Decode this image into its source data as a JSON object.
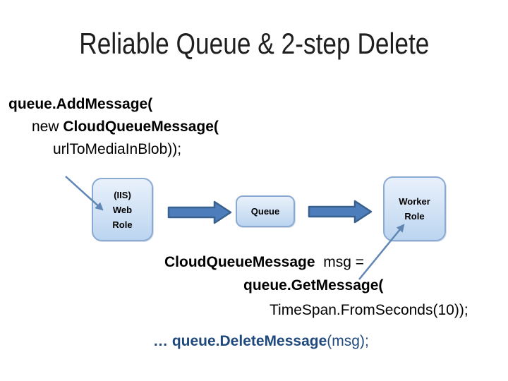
{
  "slide": {
    "title": "Reliable Queue & 2-step Delete",
    "code_add_message": {
      "line1_bold": "queue.AddMessage(",
      "line2_prefix": "new ",
      "line2_bold": "CloudQueueMessage(",
      "line3": "urlToMediaInBlob));"
    },
    "diagram": {
      "web_role": {
        "lines": [
          "(IIS)",
          "Web",
          "Role"
        ]
      },
      "queue": {
        "label": "Queue"
      },
      "worker_role": {
        "lines": [
          "Worker",
          "Role"
        ]
      }
    },
    "code_get_message": {
      "line1_bold": "CloudQueueMessage",
      "line1_rest": "  msg =",
      "line2_bold": "queue.GetMessage(",
      "line3": "TimeSpan.FromSeconds(10));"
    },
    "code_delete_message": {
      "ellipsis": "… ",
      "bold": "queue.DeleteMessage",
      "rest": "(msg);"
    },
    "colors": {
      "title_text": "#1f1f1f",
      "code_text": "#000000",
      "accent_blue": "#1f497d",
      "box_fill_top": "#e9f1fb",
      "box_fill_bottom": "#bcd5f0",
      "box_border": "#8aaad2",
      "arrow_fill": "#4e7dbc",
      "arrow_border": "#39618e",
      "connector": "#6086b4"
    }
  }
}
